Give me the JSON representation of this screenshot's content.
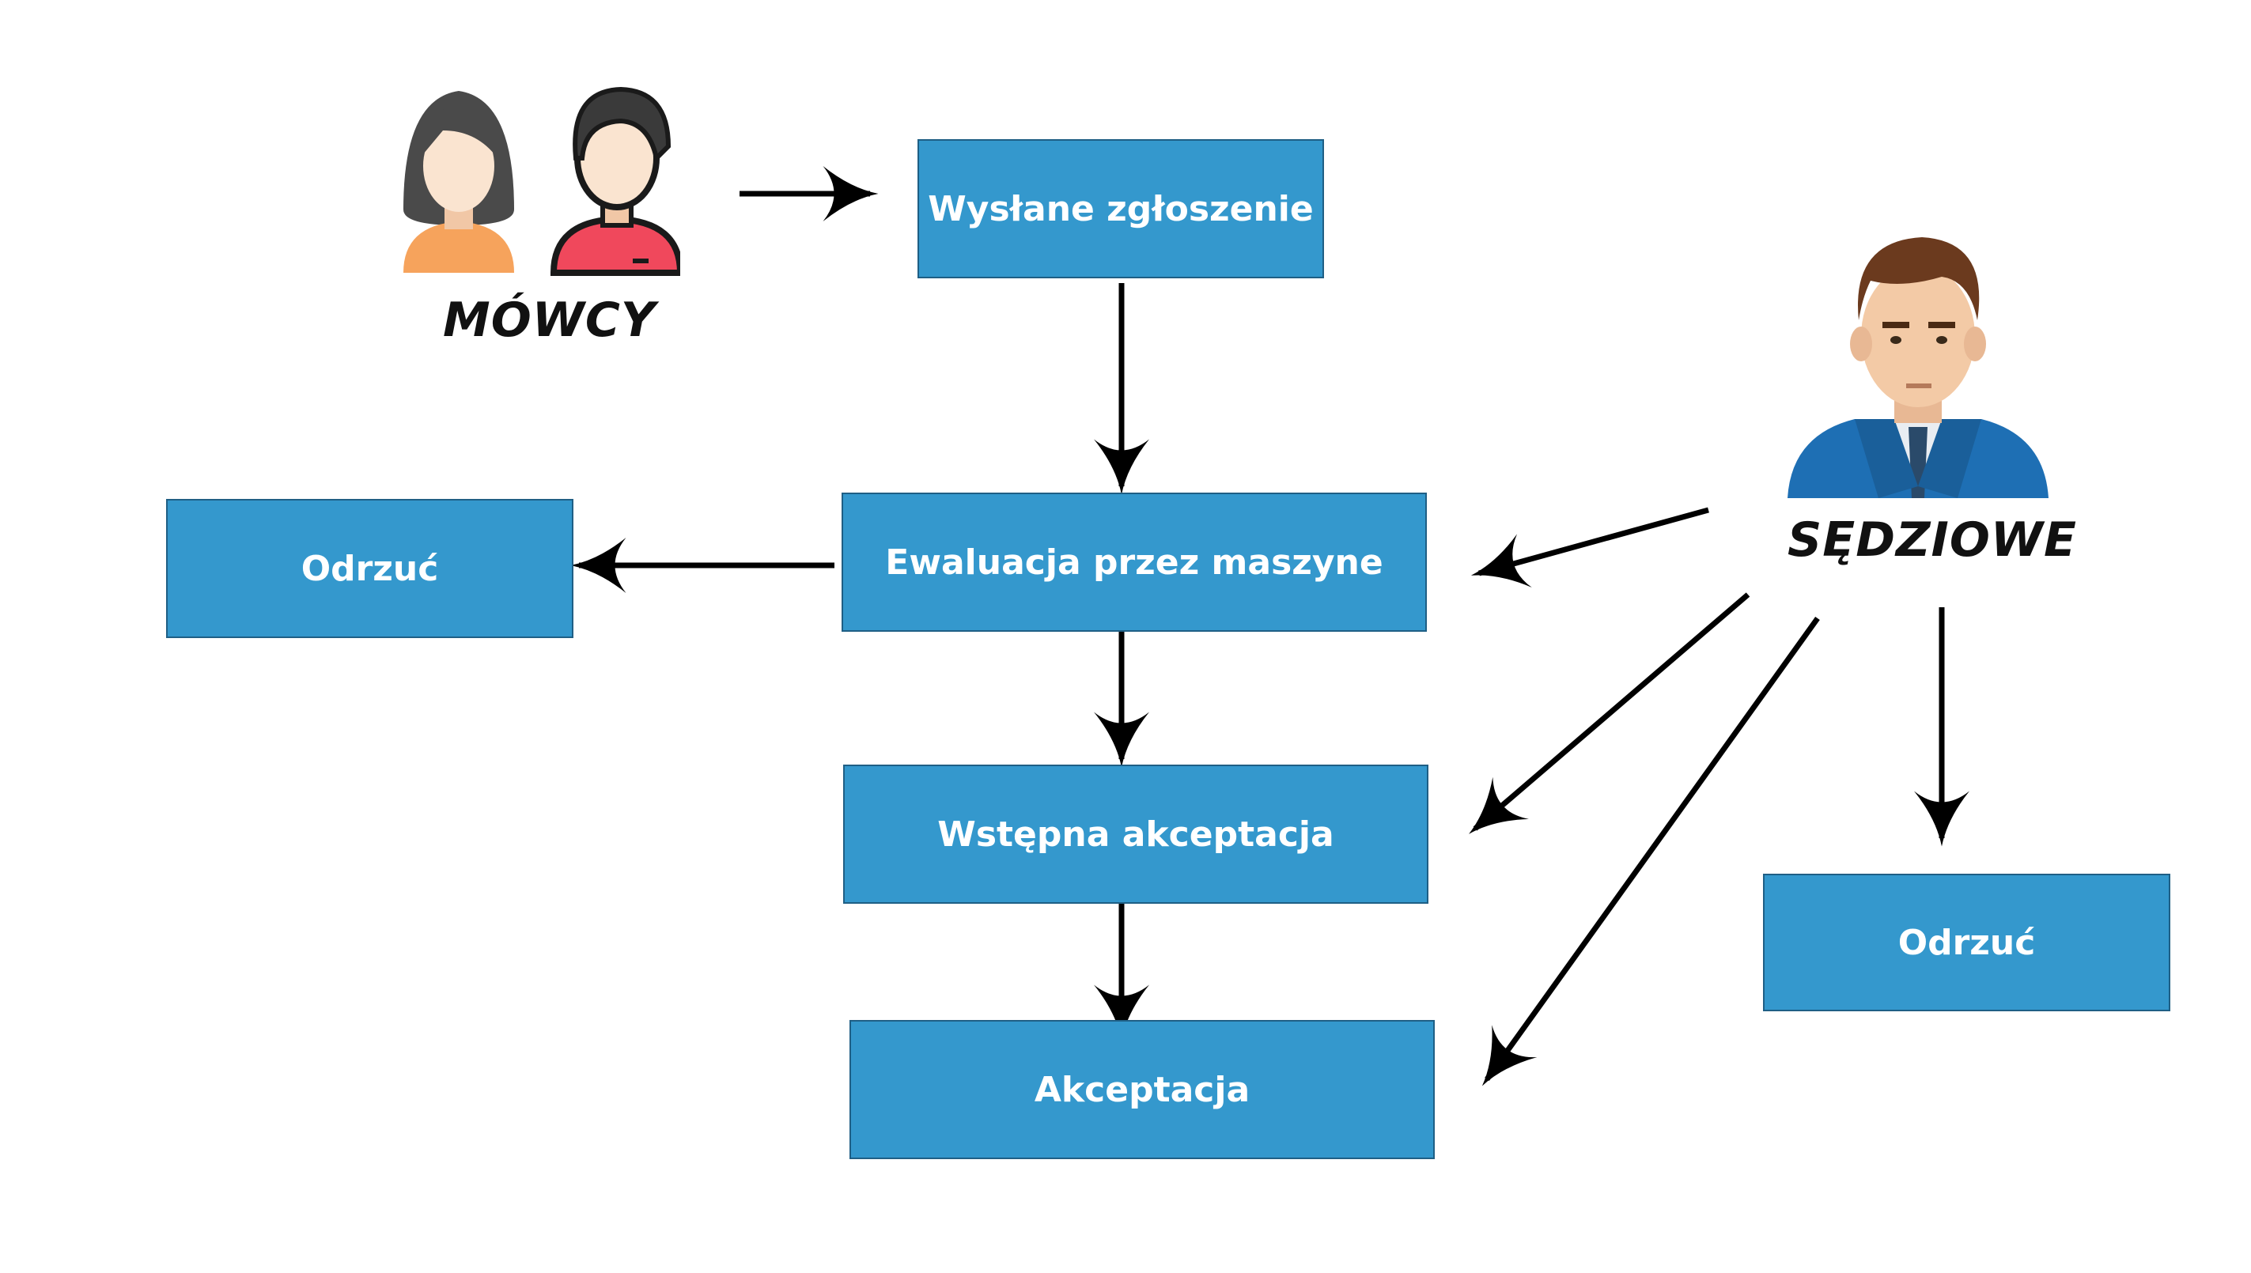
{
  "actors": {
    "speakers": {
      "label": "Mówcy",
      "icon": "speakers-icon"
    },
    "judges": {
      "label": "Sędziowe",
      "icon": "judge-icon"
    }
  },
  "boxes": {
    "submitted": "Wysłane zgłoszenie",
    "machine_eval": "Ewaluacja przez maszyne",
    "reject_left": "Odrzuć",
    "pre_accept": "Wstępna akceptacja",
    "accept": "Akceptacja",
    "reject_right": "Odrzuć"
  },
  "colors": {
    "box_fill": "#3498cd",
    "box_border": "#1f5f85",
    "arrow": "#000000"
  }
}
